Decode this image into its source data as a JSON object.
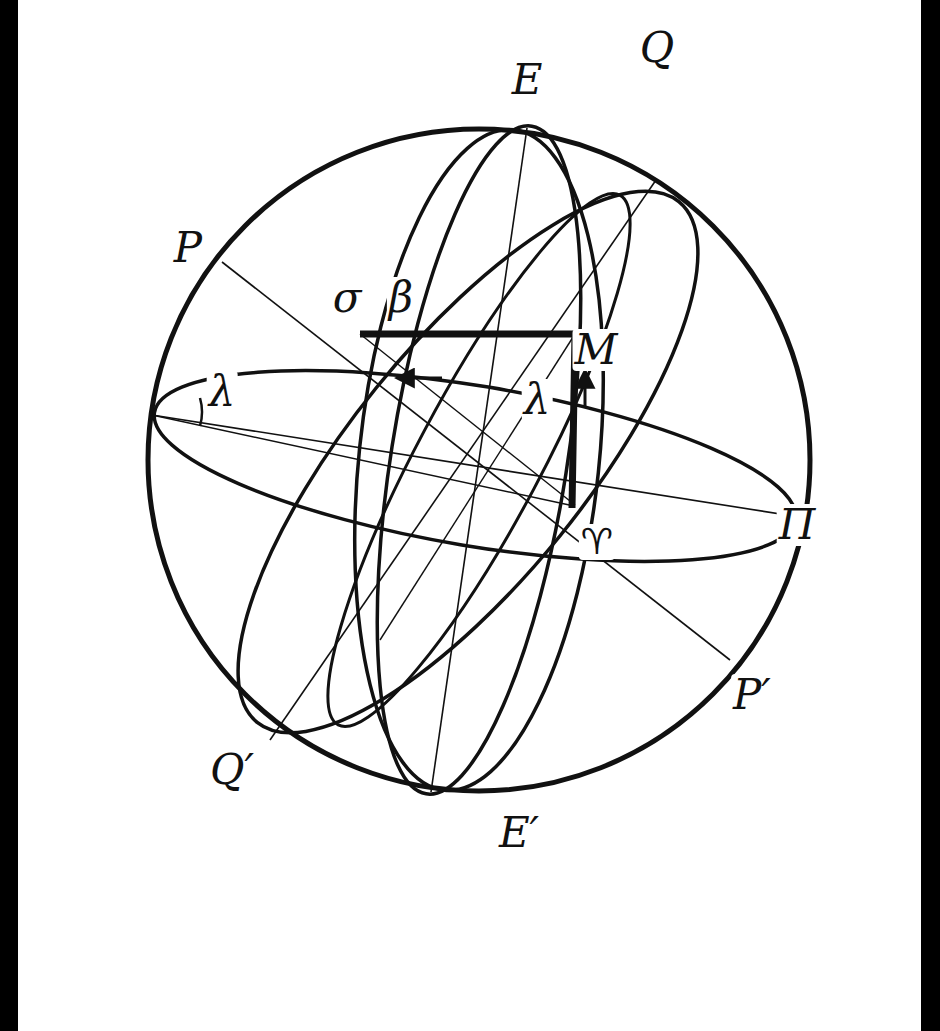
{
  "diagram": {
    "labels": [
      "E",
      "Q",
      "P",
      "σ",
      "β",
      "λ",
      "M",
      "λ",
      "♈",
      "Π",
      "P′",
      "Q′",
      "E′"
    ]
  }
}
